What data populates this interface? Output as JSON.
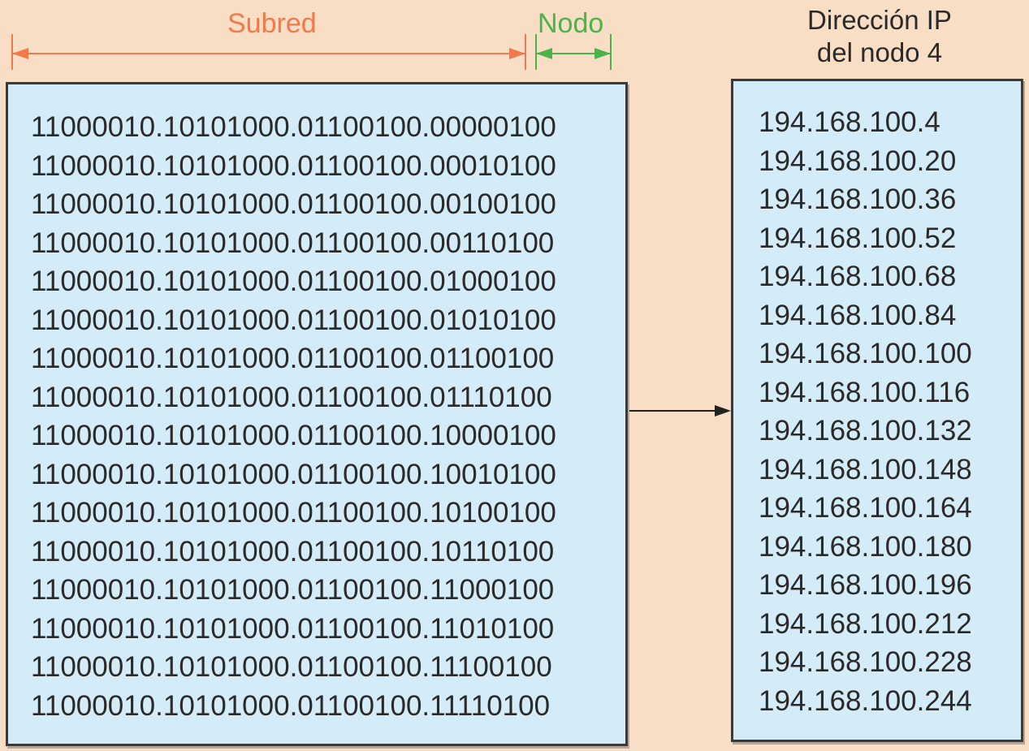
{
  "header": {
    "subnet_label": "Subred",
    "node_label": "Nodo",
    "ip_title_line1": "Dirección IP",
    "ip_title_line2": "del nodo 4"
  },
  "colors": {
    "background": "#f9dec6",
    "box_fill": "#d4ecf7",
    "subnet_accent": "#f07a4c",
    "node_accent": "#4ab44a"
  },
  "binary_addresses": [
    "11000010.10101000.01100100.00000100",
    "11000010.10101000.01100100.00010100",
    "11000010.10101000.01100100.00100100",
    "11000010.10101000.01100100.00110100",
    "11000010.10101000.01100100.01000100",
    "11000010.10101000.01100100.01010100",
    "11000010.10101000.01100100.01100100",
    "11000010.10101000.01100100.01110100",
    "11000010.10101000.01100100.10000100",
    "11000010.10101000.01100100.10010100",
    "11000010.10101000.01100100.10100100",
    "11000010.10101000.01100100.10110100",
    "11000010.10101000.01100100.11000100",
    "11000010.10101000.01100100.11010100",
    "11000010.10101000.01100100.11100100",
    "11000010.10101000.01100100.11110100"
  ],
  "ip_addresses": [
    "194.168.100.4",
    "194.168.100.20",
    "194.168.100.36",
    "194.168.100.52",
    "194.168.100.68",
    "194.168.100.84",
    "194.168.100.100",
    "194.168.100.116",
    "194.168.100.132",
    "194.168.100.148",
    "194.168.100.164",
    "194.168.100.180",
    "194.168.100.196",
    "194.168.100.212",
    "194.168.100.228",
    "194.168.100.244"
  ]
}
